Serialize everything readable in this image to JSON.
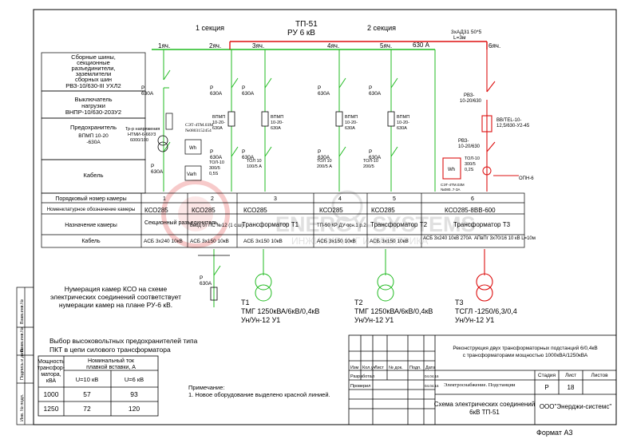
{
  "substation": {
    "name": "ТП-51",
    "switchgear": "РУ 6 кВ"
  },
  "sections": [
    "1 секция",
    "2 секция"
  ],
  "busbar": {
    "rating": "630 А"
  },
  "cell_labels": [
    "1яч.",
    "2яч.",
    "3яч.",
    "4яч.",
    "5яч.",
    "6яч."
  ],
  "aux_cable": {
    "line1": "3хАД31 50*5",
    "line2": "L=3м"
  },
  "left_rows": {
    "busbars": [
      "Сборные шины,",
      "секционные",
      "разъединители,",
      "заземлители",
      "сборных шин",
      "РВЗ-10/630-III УХЛ2"
    ],
    "load_switch": [
      "Выключатель",
      "нагрузки",
      "ВНПР-10/630-203У2"
    ],
    "fuse": [
      "Предохранитель",
      "ВПМП 10-20",
      "-630А"
    ],
    "cable": "Кабель"
  },
  "devices": {
    "p630": [
      "Р",
      "630А"
    ],
    "vpmp": [
      "ВПМП",
      "10-20-",
      "630А"
    ],
    "vt": [
      "Тр-р напряжения",
      "НТМИ-6-66У3",
      "6000/100"
    ],
    "meter_box": [
      "СЭТ-4ТМ.03М",
      "№0803152454"
    ],
    "wh": "Wh",
    "varh": "Varh",
    "ct3": [
      "ТОЛ-10",
      "300/5",
      "0,5S"
    ],
    "ct3b": [
      "ТОЛ 10",
      "100/5 А"
    ],
    "ct4": [
      "ТОЛ 10",
      "200/5 А"
    ],
    "ct5": [
      "ТОЛ-10",
      "200/5"
    ],
    "rvz1": [
      "РВЗ-",
      "10-20/630"
    ],
    "vv": [
      "ВВ/TEL-10-",
      "12,5/630-У2-45"
    ],
    "rvz2": [
      "РВЗ-",
      "10-20/630"
    ],
    "ct6": [
      "ТОЛ-10",
      "300/5",
      "0,2S"
    ],
    "opn": "ОПН-6",
    "meter6": [
      "СЭТ-4ТМ.03М",
      "№080..7-ЗА"
    ]
  },
  "table": {
    "row_labels": [
      "Порядковый номер камеры",
      "Номенклатурное обозначение камеры",
      "Назначение камеры",
      "Кабель"
    ],
    "columns": [
      {
        "num": "1",
        "type": "КСО285",
        "purpose": "Секционный разъединитель",
        "cable": "АСБ 3х240 10кВ"
      },
      {
        "num": "2",
        "type": "КСО285",
        "purpose": "Ввод от ПС №12 (1 с.ш)",
        "cable": "АСБ 3х150 10кВ"
      },
      {
        "num": "3",
        "type": "КСО285",
        "purpose": "Трансформатор Т1",
        "cable": "АСБ 3х150 10кВ"
      },
      {
        "num": "4",
        "type": "КСО285",
        "purpose": "ТП-50 КР ДУ осн.1 р.2",
        "cable": "АСБ 3х150 10кВ"
      },
      {
        "num": "5",
        "type": "КСО285",
        "purpose": "Трансформатор Т2",
        "cable": "АСБ 3х150 10кВ"
      },
      {
        "num": "6",
        "type": "КСО285-8ВВ-600",
        "purpose": "Трансформатор Т3",
        "cable": "АСБ 3х240 10кВ 270А",
        "cable2": "АПвПг 3х70/16 10 кВ L=10м"
      }
    ]
  },
  "watermark": {
    "brand": "ENERGY-SYSTEMS",
    "tagline": "ИНЖИНИРИНГ И ЭЛЕКТРИКА"
  },
  "note_numbering": [
    "Нумерация камер КСО на схеме",
    "электрических соединений соответствует",
    "нумерации камер на плане РУ-6 кВ."
  ],
  "transformers": [
    {
      "id": "Т1",
      "model": "ТМГ 1250кВА/6кВ/0,4кВ",
      "group": "Ун/Ун-12 У1"
    },
    {
      "id": "Т2",
      "model": "ТМГ 1250кВА/6кВ/0,4кВ",
      "group": "Ун/Ун-12 У1"
    },
    {
      "id": "Т3",
      "model": "ТСГЛ -1250/6,3/0,4",
      "group": "Ун/Ун-12 У1"
    }
  ],
  "fuse_table": {
    "title": [
      "Выбор высоковольтных предохранителей типа",
      "ПКТ в цепи силового трансформатора"
    ],
    "col1": [
      "Мощность",
      "трансфор-",
      "матора,",
      "кВА"
    ],
    "col2": [
      "Номинальный ток",
      "плавкой вставки, А"
    ],
    "sub": [
      "U=10 кВ",
      "U=6 кВ"
    ],
    "rows": [
      [
        "1000",
        "57",
        "93"
      ],
      [
        "1250",
        "72",
        "120"
      ]
    ]
  },
  "remark": {
    "title": "Примечание:",
    "text": "1. Новое оборудование выделено красной линией."
  },
  "side_labels": [
    "Инв. № подл.",
    "Подпись и дата",
    "Взам.инв.№",
    "Подпись и дата",
    "Взам.инв.№"
  ],
  "title_block": {
    "project": [
      "Реконструкция двух трансформаторных подстанций 6/0,4кВ",
      "с трансформаторами мощностью 1000кВА/1250кВА"
    ],
    "section": "Электроснабжение. Подстанции",
    "stage_label": "Стадия",
    "sheet_label": "Лист",
    "sheets_label": "Листов",
    "stage": "Р",
    "sheet": "18",
    "sheets": "",
    "drawing": [
      "Схема электрических соединений",
      "6кВ ТП-51"
    ],
    "company": "ООО\"Энерджи-системс\"",
    "header": [
      "Изм",
      "Кол.уч",
      "Лист",
      "№ док.",
      "Подп.",
      "Дата"
    ],
    "developed": "Разработал",
    "checked": "Проверил",
    "date1": "04.04.16",
    "date2": "04.04.16"
  },
  "format": "Формат А3",
  "colors": {
    "green": "#22bb22",
    "red": "#dd1111",
    "line": "#000000",
    "watermark": "#d8d8d8"
  }
}
